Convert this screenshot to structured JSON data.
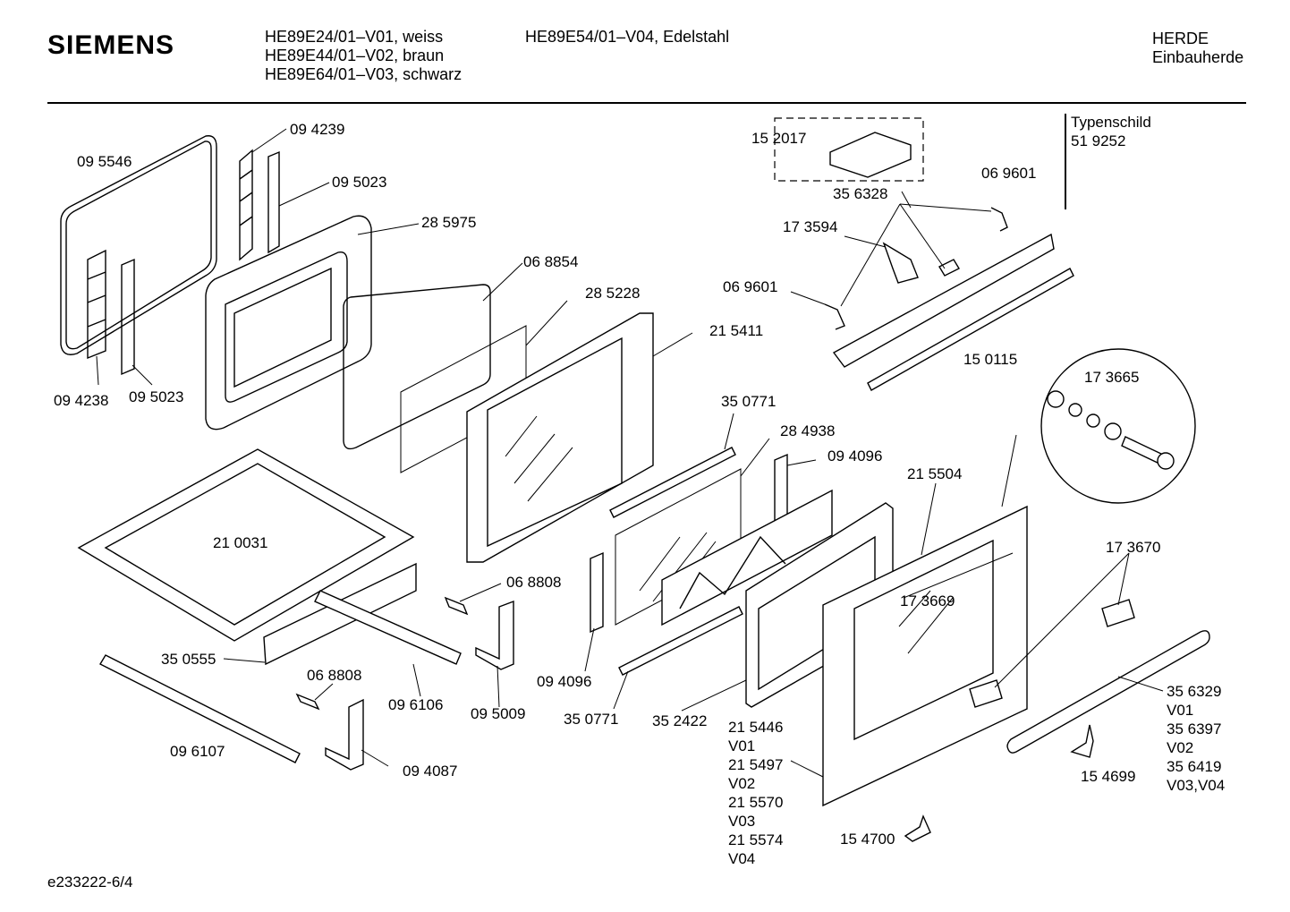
{
  "header": {
    "brand": "SIEMENS",
    "models_col1": [
      "HE89E24/01–V01, weiss",
      "HE89E44/01–V02, braun",
      "HE89E64/01–V03, schwarz"
    ],
    "models_col2": [
      "HE89E54/01–V04, Edelstahl"
    ],
    "category": [
      "HERDE",
      "Einbauherde"
    ]
  },
  "typenschild": {
    "label": "Typenschild",
    "number": "51 9252"
  },
  "part_labels": {
    "p094239": "09 4239",
    "p095546": "09 5546",
    "p095023a": "09 5023",
    "p285975": "28 5975",
    "p068854": "06 8854",
    "p285228": "28 5228",
    "p215411": "21 5411",
    "p094238": "09 4238",
    "p095023b": "09 5023",
    "p152017": "15 2017",
    "p356328": "35 6328",
    "p069601a": "06 9601",
    "p173594": "17 3594",
    "p069601b": "06 9601",
    "p150115": "15 0115",
    "p173665": "17 3665",
    "p350771a": "35 0771",
    "p284938": "28 4938",
    "p094096a": "09 4096",
    "p215504": "21 5504",
    "p210031": "21 0031",
    "p068808a": "06 8808",
    "p173670": "17 3670",
    "p173669": "17 3669",
    "p350555": "35 0555",
    "p068808b": "06 8808",
    "p094096b": "09 4096",
    "p096106": "09 6106",
    "p095009": "09 5009",
    "p350771b": "35 0771",
    "p352422": "35 2422",
    "p096107": "09 6107",
    "p094087": "09 4087",
    "p154699": "15 4699",
    "p154700": "15 4700",
    "variants_215": [
      "21 5446",
      "V01",
      "21 5497",
      "V02",
      "21 5570",
      "V03",
      "21 5574",
      "V04"
    ],
    "variants_356": [
      "35 6329",
      "V01",
      "35 6397",
      "V02",
      "35 6419",
      "V03,V04"
    ]
  },
  "footer": {
    "code": "e233222-6/4"
  }
}
